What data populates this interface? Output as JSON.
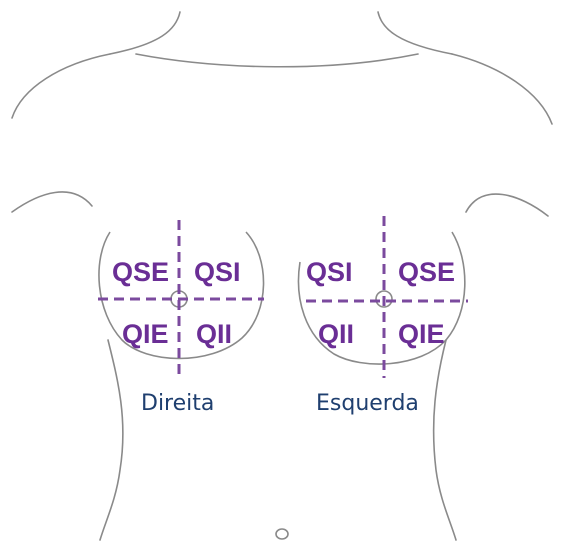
{
  "colors": {
    "outline": "#8a8a8a",
    "quadrant_lines": "#7b4a9e",
    "quadrant_text": "#6a2e95",
    "side_text": "#1f3f6f"
  },
  "right_breast": {
    "side_label": "Direita",
    "quadrants": {
      "upper_left": "QSE",
      "upper_right": "QSI",
      "lower_left": "QIE",
      "lower_right": "QII"
    }
  },
  "left_breast": {
    "side_label": "Esquerda",
    "quadrants": {
      "upper_left": "QSI",
      "upper_right": "QSE",
      "lower_left": "QII",
      "lower_right": "QIE"
    }
  }
}
